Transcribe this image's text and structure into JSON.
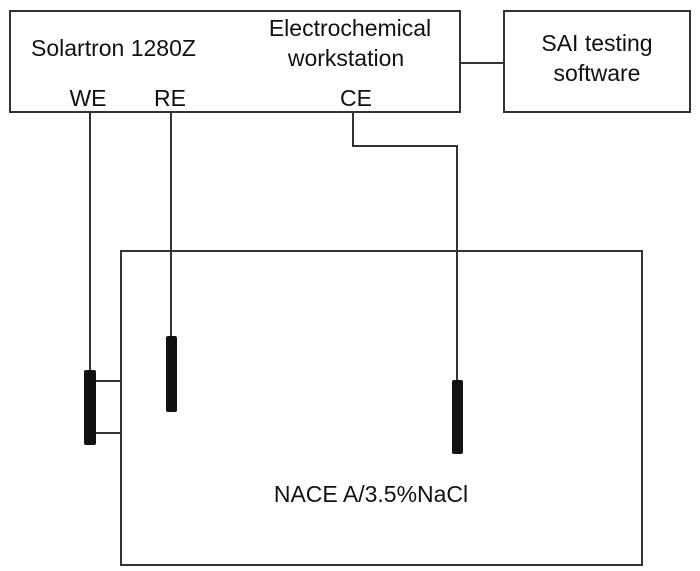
{
  "workstation": {
    "name": "Solartron 1280Z",
    "title_line1": "Electrochemical",
    "title_line2": "workstation",
    "terminals": {
      "we": "WE",
      "re": "RE",
      "ce": "CE"
    }
  },
  "software": {
    "line1": "SAI testing",
    "line2": "software"
  },
  "cell": {
    "solution_label": "NACE A/3.5%NaCl"
  },
  "colors": {
    "line": "#333333",
    "electrode": "#111111",
    "text": "#111111"
  }
}
